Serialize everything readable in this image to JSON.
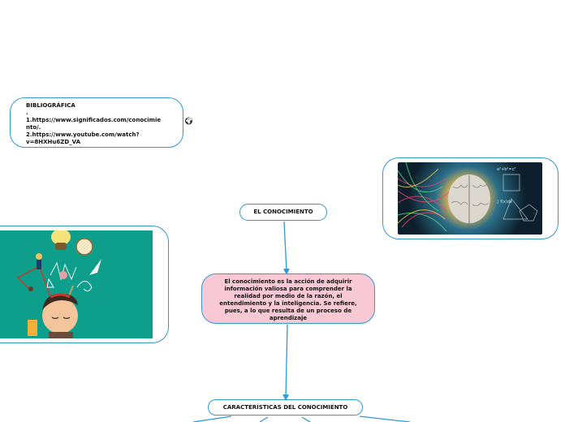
{
  "bibliography": {
    "lines": [
      "BIBLIOGRÁFICA",
      ".",
      "1.https://www.significados.com/conocimie",
      "nto/.",
      "2.https://www.youtube.com/watch?",
      "v=8HXHu6ZD_VA"
    ],
    "icon": "globe-icon",
    "icon_glyph": "🌍︎"
  },
  "title_node": {
    "label": "EL CONOCIMIENTO"
  },
  "description_node": {
    "text": "El conocimiento es la acción de adquirir información valiosa para comprender la realidad por medio de la razón, el entendimiento y la inteligencia. Se refiere, pues, a lo que resulta de un proceso de aprendizaje",
    "background": "#f8c8d4"
  },
  "characteristics_node": {
    "label": "CARACTERÍSTICAS DEL CONOCIMIENTO"
  },
  "images": {
    "left": {
      "description": "illustration-boy-thinking-ideas",
      "background": "#0d9e8c"
    },
    "right": {
      "description": "brain-with-colorful-lights-and-math-formulas"
    }
  },
  "colors": {
    "connector": "#2e9ad6",
    "border": "#2e9ad6"
  }
}
